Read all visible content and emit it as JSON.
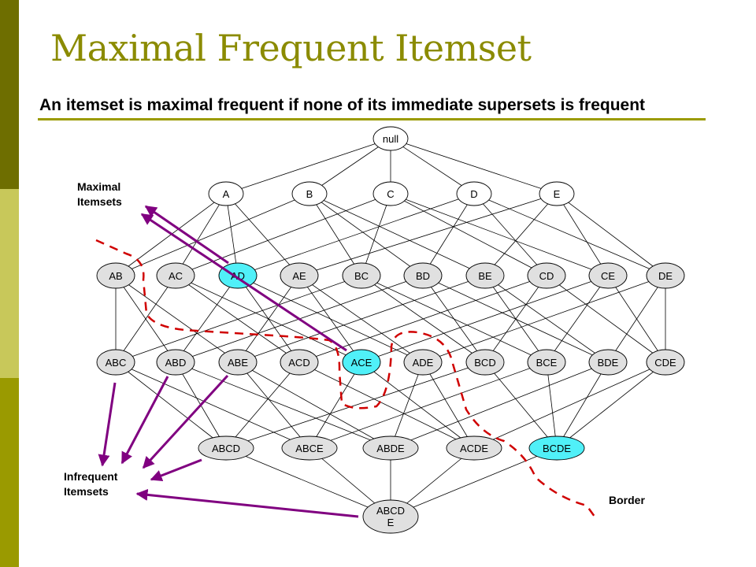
{
  "slide": {
    "title": "Maximal Frequent Itemset",
    "subtitle": "An itemset is maximal frequent if none of its immediate supersets is frequent",
    "colors": {
      "title": "#8b8b00",
      "sidebar_dark": "#6e6e00",
      "sidebar_light": "#c8c85a",
      "sidebar_mid": "#9a9a00",
      "rule": "#9a9a00",
      "node_fill": "#e0e0e0",
      "highlight_fill": "#50f0f8",
      "arrow": "#800080",
      "border_line": "#d00000"
    }
  },
  "labels": {
    "maximal_line1": "Maximal",
    "maximal_line2": "Itemsets",
    "infrequent_line1": "Infrequent",
    "infrequent_line2": "Itemsets",
    "border": "Border"
  },
  "lattice": {
    "levels": [
      [
        "null"
      ],
      [
        "A",
        "B",
        "C",
        "D",
        "E"
      ],
      [
        "AB",
        "AC",
        "AD",
        "AE",
        "BC",
        "BD",
        "BE",
        "CD",
        "CE",
        "DE"
      ],
      [
        "ABC",
        "ABD",
        "ABE",
        "ACD",
        "ACE",
        "ADE",
        "BCD",
        "BCE",
        "BDE",
        "CDE"
      ],
      [
        "ABCD",
        "ABCE",
        "ABDE",
        "ACDE",
        "BCDE"
      ],
      [
        "ABCD E"
      ]
    ],
    "maximal": [
      "AD",
      "ACE",
      "BCDE"
    ]
  }
}
